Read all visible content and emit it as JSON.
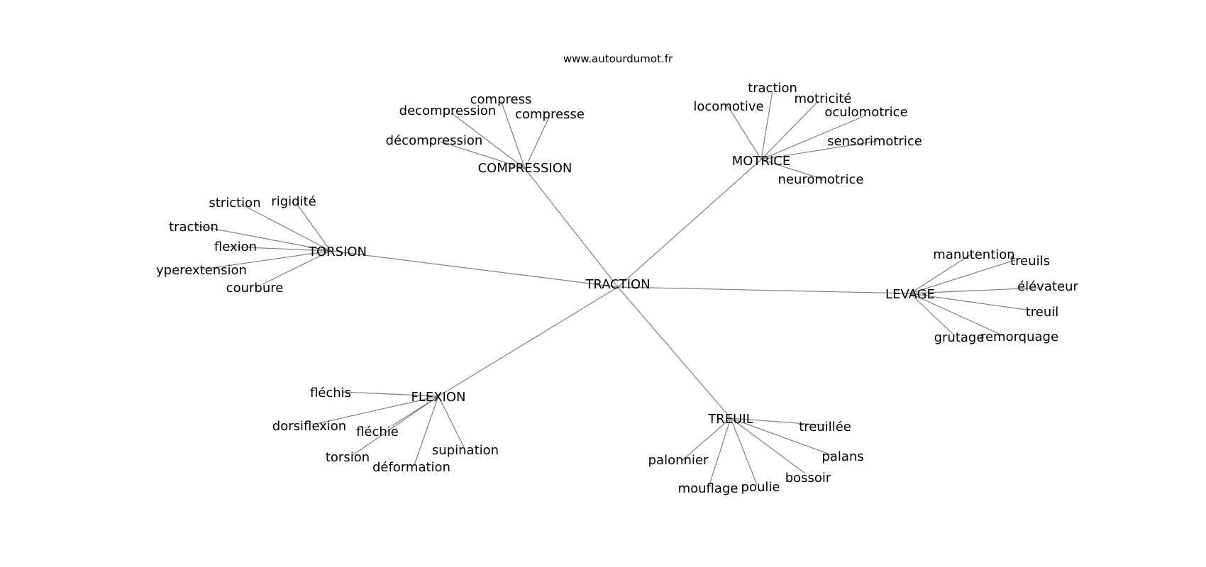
{
  "site": "www.autourdumot.fr",
  "colors": {
    "edge": "#808080",
    "text": "#000000",
    "background": "#ffffff"
  },
  "center": "TRACTION",
  "groups": [
    {
      "hub": "COMPRESSION",
      "leaves": [
        "compress",
        "decompression",
        "compresse",
        "décompression"
      ]
    },
    {
      "hub": "MOTRICE",
      "leaves": [
        "traction",
        "locomotive",
        "motricité",
        "oculomotrice",
        "sensorimotrice",
        "neuromotrice"
      ]
    },
    {
      "hub": "TORSION",
      "leaves": [
        "striction",
        "rigidité",
        "traction",
        "flexion",
        "yperextension",
        "courbure"
      ]
    },
    {
      "hub": "LEVAGE",
      "leaves": [
        "manutention",
        "treuils",
        "élévateur",
        "treuil",
        "remorquage",
        "grutage"
      ]
    },
    {
      "hub": "FLEXION",
      "leaves": [
        "fléchis",
        "dorsiflexion",
        "fléchie",
        "torsion",
        "déformation",
        "supination"
      ]
    },
    {
      "hub": "TREUIL",
      "leaves": [
        "treuillée",
        "palans",
        "palonnier",
        "bossoir",
        "mouflage",
        "poulie"
      ]
    }
  ]
}
